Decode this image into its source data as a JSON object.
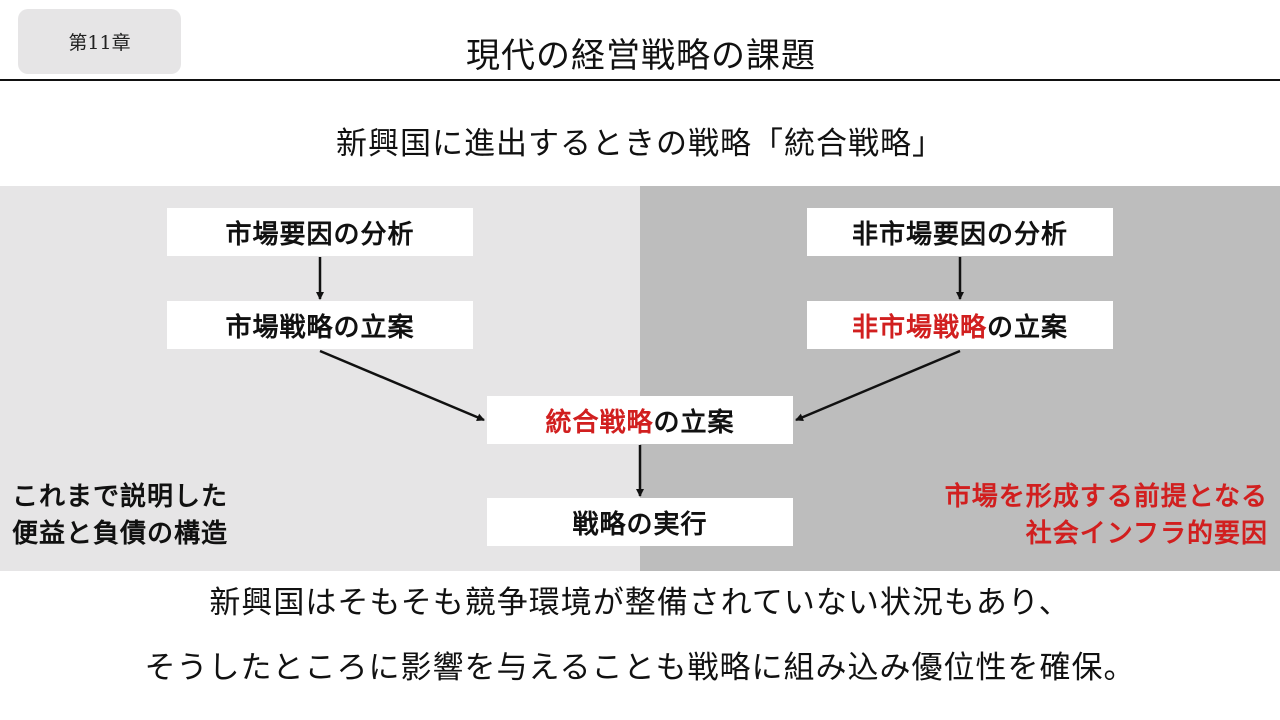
{
  "header": {
    "chapter_badge": "第11章",
    "title": "現代の経営戦略の課題"
  },
  "subtitle": "新興国に進出するときの戦略「統合戦略」",
  "panels": {
    "left_color": "#e6e5e6",
    "right_color": "#bdbdbd"
  },
  "diagram": {
    "market_analysis": "市場要因の分析",
    "market_strategy": "市場戦略の立案",
    "nonmarket_analysis": "非市場要因の分析",
    "nonmarket_strategy_highlight": "非市場戦略",
    "nonmarket_strategy_rest": "の立案",
    "integrated_strategy_highlight": "統合戦略",
    "integrated_strategy_rest": "の立案",
    "execution": "戦略の実行",
    "accent_color": "#d11f1f"
  },
  "notes": {
    "left_line1": "これまで説明した",
    "left_line2": "便益と負債の構造",
    "right_line1": "市場を形成する前提となる",
    "right_line2": "社会インフラ的要因"
  },
  "body": {
    "line1": "新興国はそもそも競争環境が整備されていない状況もあり、",
    "line2": "そうしたところに影響を与えることも戦略に組み込み優位性を確保。"
  }
}
